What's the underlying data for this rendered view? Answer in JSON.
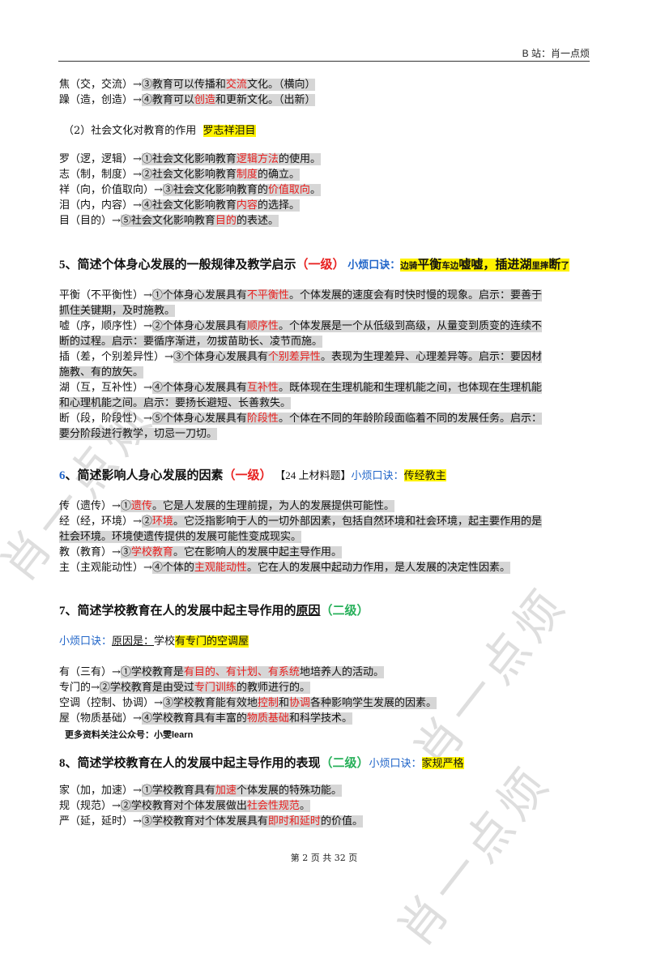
{
  "header": {
    "site": "B 站：肖一点烦"
  },
  "footer": "第 2 页 共 32 页",
  "watermark": [
    "肖一点烦",
    "肖一点烦",
    "肖一点烦"
  ],
  "sec_prev": {
    "l1": {
      "a": "焦（交，交流）→",
      "b": "③教育可以传播和",
      "c": "交流",
      "d": "文化。（横向）"
    },
    "l2": {
      "a": "躁（造，创造）→",
      "b": "④教育可以",
      "c": "创造",
      "d": "和更新文化。（出新）"
    }
  },
  "sec2": {
    "title": "（2）社会文化对教育的作用",
    "mnemonic": "罗志祥泪目",
    "l1": {
      "a": "罗（逻，逻辑）→",
      "b": "①社会文化影响教育",
      "c": "逻辑方法",
      "d": "的使用。"
    },
    "l2": {
      "a": "志（制，制度）→",
      "b": "②社会文化影响教育",
      "c": "制度",
      "d": "的确立。"
    },
    "l3": {
      "a": "祥（向，价值取向）→",
      "b": "③社会文化影响教育的",
      "c": "价值取向",
      "d": "。"
    },
    "l4": {
      "a": "泪（内，内容）→",
      "b": "④社会文化影响教育",
      "c": "内容",
      "d": "的选择。"
    },
    "l5": {
      "a": "目（目的）→",
      "b": "⑤社会文化影响教育",
      "c": "目的",
      "d": "的表述。"
    }
  },
  "sec5": {
    "title": "5、简述个体身心发展的一般规律及教学启示",
    "level": "（一级）",
    "kj": "小烦口诀：",
    "m1": "边骑",
    "m2": "平衡",
    "m3": "车边",
    "m4": "嘘嘘，插",
    "m5": "进湖",
    "m6": "里摔",
    "m7": "断",
    "m8": "了",
    "l1": {
      "a": "平衡（不平衡性）→",
      "b": "①个体身心发展具有",
      "c": "不平衡性",
      "d": "。个体发展的速度会有时快时慢的现象。启示：要善于"
    },
    "l1b": "抓住关键期，及时施教。",
    "l2": {
      "a": "嘘（序，顺序性）→",
      "b": "②个体身心发展具有",
      "c": "顺序性",
      "d": "。个体发展是一个从低级到高级，从量变到质变的连续不"
    },
    "l2b": "断的过程。启示：要循序渐进，勿拔苗助长、凌节而施。",
    "l3": {
      "a": "插（差，个别差异性）→",
      "b": "③个体身心发展具有",
      "c": "个别差异性",
      "d": "。表现为生理差异、心理差异等。启示：要因材"
    },
    "l3b": "施教、有的放矢。",
    "l4": {
      "a": "湖（互，互补性）→",
      "b": "④个体身心发展具有",
      "c": "互补性",
      "d": "。既体现在生理机能和生理机能之间，也体现在生理机能"
    },
    "l4b": "和心理机能之间。启示：要扬长避短、长善救失。",
    "l5": {
      "a": "断（段，阶段性）→",
      "b": "⑤个体身心发展具有",
      "c": "阶段性",
      "d": "。个体在不同的年龄阶段面临着不同的发展任务。启示："
    },
    "l5b": "要分阶段进行教学，切忌一刀切。"
  },
  "sec6": {
    "num": "6",
    "title": "、简述影响人身心发展的因素",
    "level": "（一级）",
    "tag": "【24 上材料题】",
    "kj": "小烦口诀：",
    "mnemonic": "传经教主",
    "l1": {
      "a": "传（遗传）→",
      "b": "①",
      "c": "遗传",
      "d": "。它是人发展的生理前提，为人的发展提供可能性。"
    },
    "l2": {
      "a": "经（经，环境）→",
      "b": "②",
      "c": "环境",
      "d": "。它泛指影响于人的一切外部因素，包括自然环境和社会环境，起主要作用的是"
    },
    "l2b": "社会环境。环境使遗传提供的发展可能性变成现实。",
    "l3": {
      "a": "教（教育）→",
      "b": "③",
      "c": "学校教育",
      "d": "。它在影响人的发展中起主导作用。"
    },
    "l4": {
      "a": "主（主观能动性）→",
      "b": "④个体的",
      "c": "主观能动性",
      "d": "。它在人的发展中起动力作用，是人发展的决定性因素。"
    }
  },
  "sec7": {
    "title": "7、简述学校教育在人的发展中起主导作用的",
    "title_u": "原因",
    "level": "（二级）",
    "kj": "小烦口诀：",
    "reason": "原因是：",
    "school": "学校",
    "mnemonic": "有专门的空调屋",
    "l1": {
      "a": "有（三有）→",
      "b": "①学校教育是",
      "c": "有目的、有计划、有系统",
      "d": "地培养人的活动。"
    },
    "l2": {
      "a": "专门的→",
      "b": "②学校教育是由受过",
      "c": "专门训练",
      "d": "的教师进行的。"
    },
    "l3": {
      "a": "空调（控制、协调）→",
      "b": "③学校教育能有效地",
      "c": "控制",
      "d": "和",
      "e": "协调",
      "f": "各种影响学生发展的因素。"
    },
    "l4": {
      "a": "屋（物质基础）→",
      "b": "④学校教育具有丰富的",
      "c": "物质基础",
      "d": "和科学技术。"
    },
    "note": "更多资料关注公众号：小雯learn"
  },
  "sec8": {
    "title": "8、简述学校教育在人的发展中起主导作用的表现",
    "level": "（二级）",
    "kj": "小烦口诀：",
    "mnemonic": "家规严格",
    "l1": {
      "a": "家（加，加速）→",
      "b": "①学校教育具有",
      "c": "加速",
      "d": "个体发展的特殊功能。"
    },
    "l2": {
      "a": "规（规范）→",
      "b": "②学校教育对个体发展做出",
      "c": "社会性规范",
      "d": "。"
    },
    "l3": {
      "a": "严（延，延时）→",
      "b": "③学校教育对个体发展具有",
      "c": "即时和延时",
      "d": "的价值。"
    }
  }
}
